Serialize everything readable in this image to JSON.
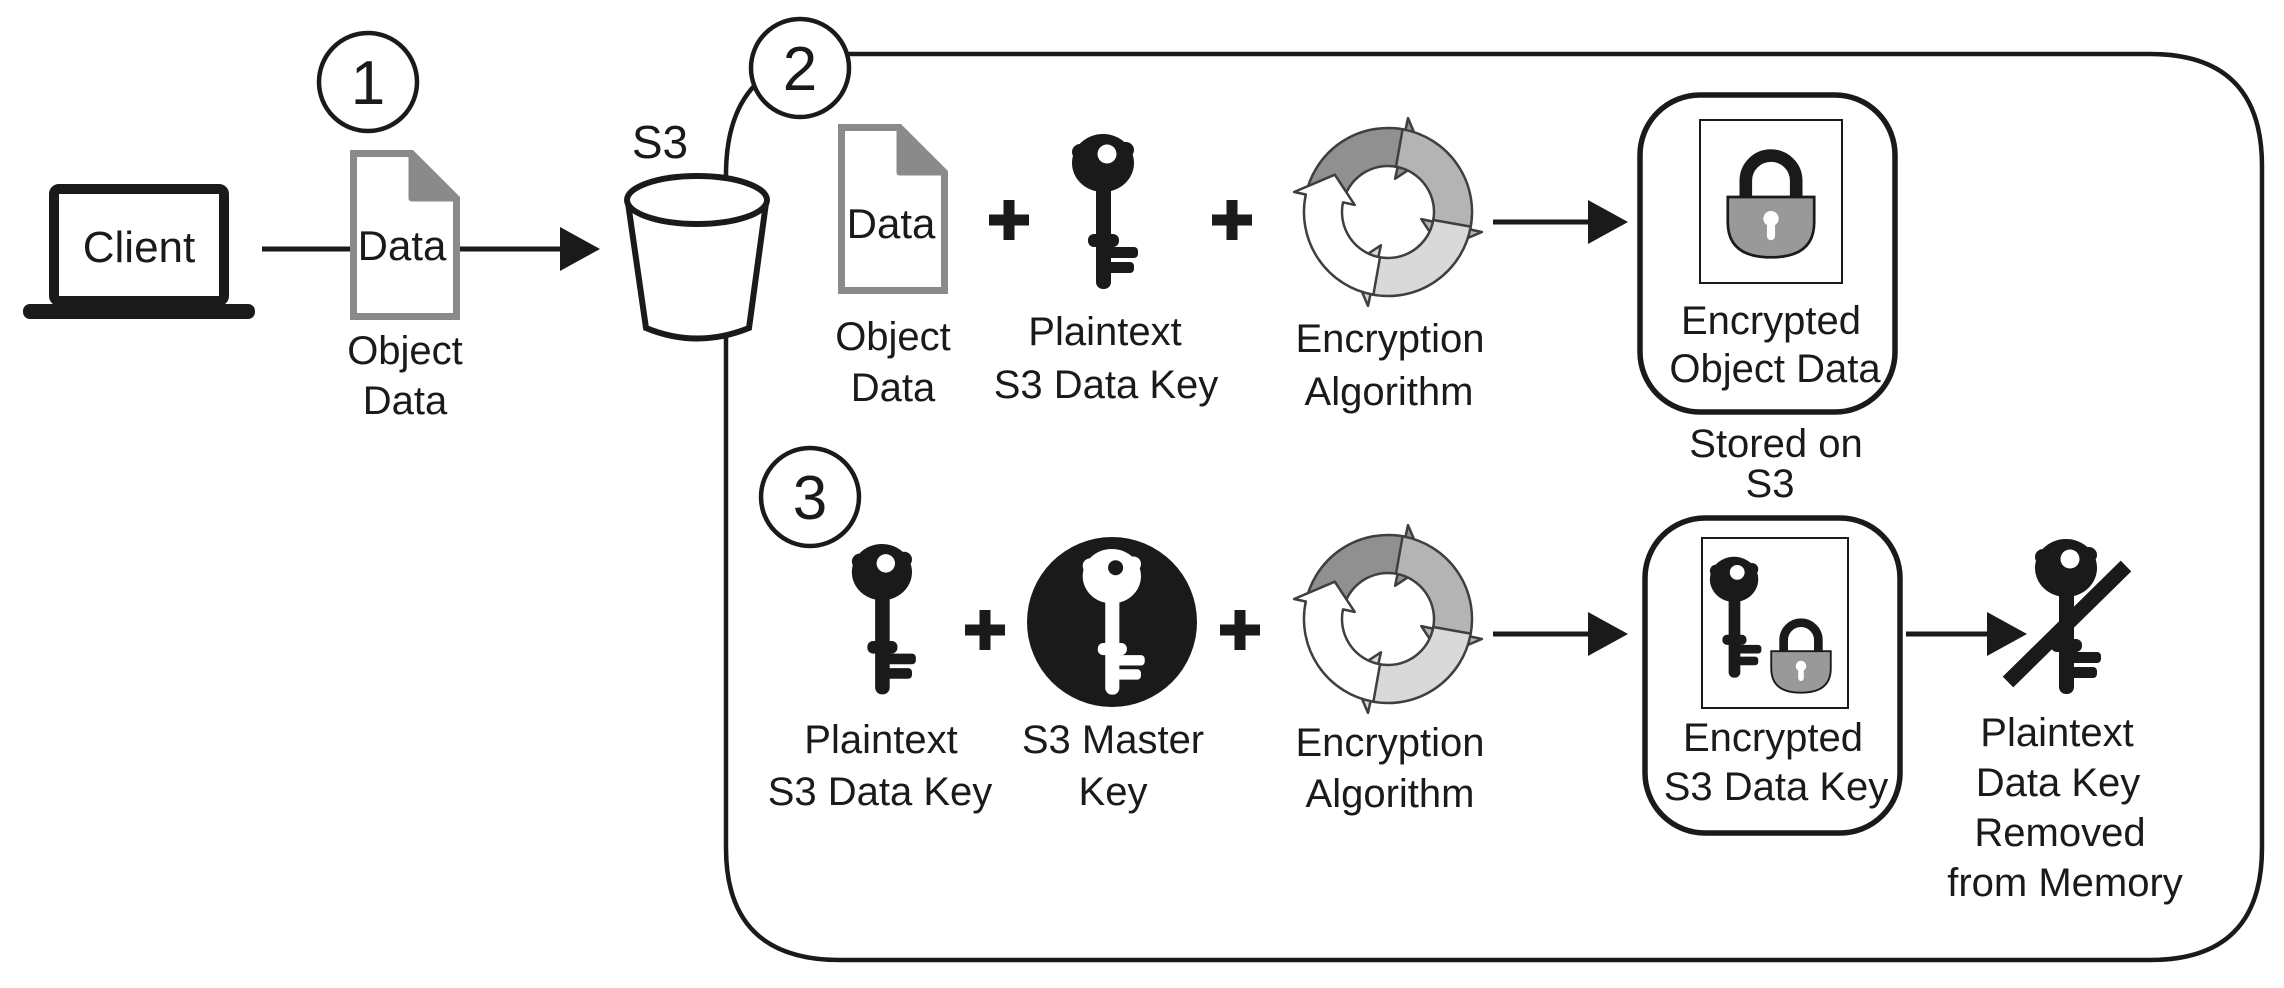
{
  "colors": {
    "ink": "#1a1a1a",
    "doc_gray": "#8a8a8a",
    "lock_gray": "#999999",
    "cycle_dark": "#909090",
    "cycle_mid": "#b4b4b4",
    "cycle_light": "#d9d9d9",
    "cycle_white": "#ffffff"
  },
  "client": {
    "label": "Client"
  },
  "s3": {
    "label": "S3"
  },
  "badges": {
    "step1": "1",
    "step2": "2",
    "step3": "3"
  },
  "plus": "+",
  "step1": {
    "doc_label": "Data",
    "caption": [
      "Object",
      "Data"
    ]
  },
  "step2": {
    "doc_label": "Data",
    "doc_caption": [
      "Object",
      "Data"
    ],
    "key_caption": [
      "Plaintext",
      "S3 Data Key"
    ],
    "enc_caption": [
      "Encryption",
      "Algorithm"
    ],
    "result_caption": [
      "Encrypted",
      "Object Data"
    ],
    "result_note": [
      "Stored on",
      "S3"
    ]
  },
  "step3": {
    "key_caption": [
      "Plaintext",
      "S3 Data Key"
    ],
    "master_caption": [
      "S3 Master",
      "Key"
    ],
    "enc_caption": [
      "Encryption",
      "Algorithm"
    ],
    "result_caption": [
      "Encrypted",
      "S3 Data Key"
    ],
    "final_caption": [
      "Plaintext",
      "Data Key",
      "Removed",
      "from Memory"
    ]
  }
}
